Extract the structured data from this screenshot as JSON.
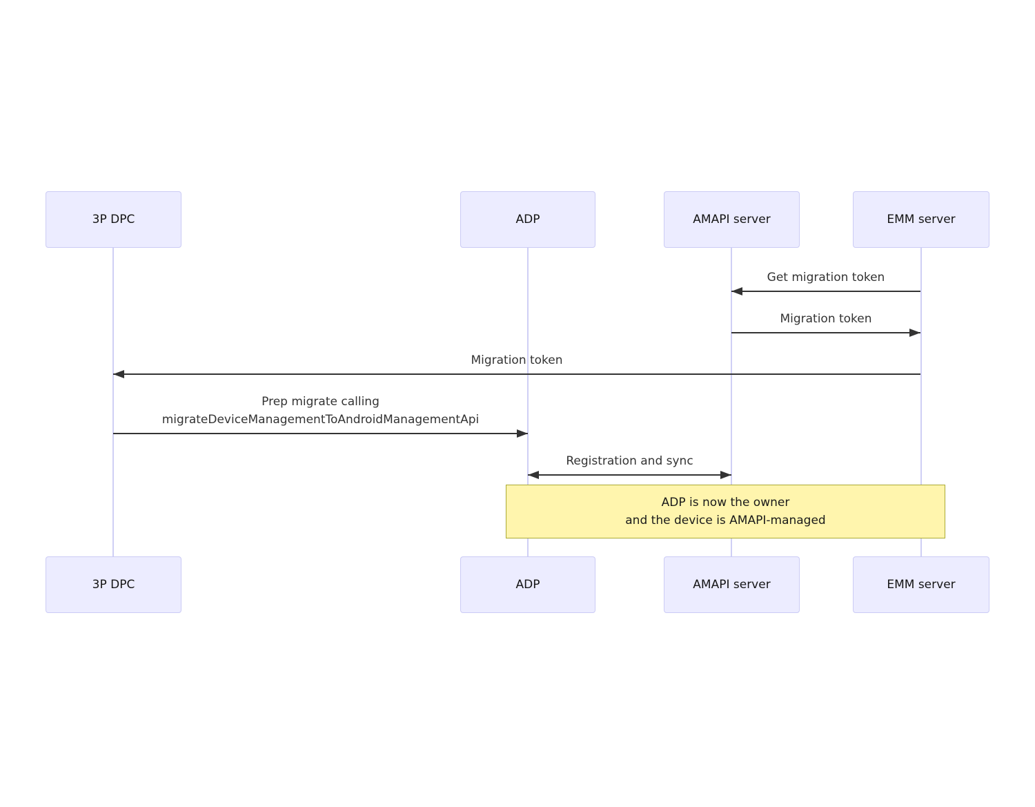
{
  "diagram": {
    "type": "sequence-diagram",
    "actors": [
      {
        "id": "3p-dpc",
        "label": "3P DPC"
      },
      {
        "id": "adp",
        "label": "ADP"
      },
      {
        "id": "amapi-server",
        "label": "AMAPI server"
      },
      {
        "id": "emm-server",
        "label": "EMM server"
      }
    ],
    "messages": [
      {
        "from": "EMM server",
        "to": "AMAPI server",
        "direction": "left",
        "lines": [
          "Get migration token"
        ]
      },
      {
        "from": "AMAPI server",
        "to": "EMM server",
        "direction": "right",
        "lines": [
          "Migration token"
        ]
      },
      {
        "from": "EMM server",
        "to": "3P DPC",
        "direction": "left",
        "lines": [
          "Migration token"
        ]
      },
      {
        "from": "3P DPC",
        "to": "ADP",
        "direction": "right",
        "lines": [
          "Prep migrate calling",
          "migrateDeviceManagementToAndroidManagementApi"
        ]
      },
      {
        "from": "ADP",
        "to": "AMAPI server",
        "direction": "both",
        "lines": [
          "Registration and sync"
        ]
      }
    ],
    "note": {
      "over": [
        "ADP",
        "EMM server"
      ],
      "lines": [
        "ADP is now the owner",
        "and the device is AMAPI-managed"
      ]
    },
    "colors": {
      "actor_fill": "#ECECFF",
      "actor_border": "#CBCBF5",
      "lifeline": "#CFCFF5",
      "arrow": "#333333",
      "message_text": "#333333",
      "note_fill": "#FFF5AD",
      "note_border": "#AAAA33",
      "background": "#FFFFFF"
    }
  }
}
